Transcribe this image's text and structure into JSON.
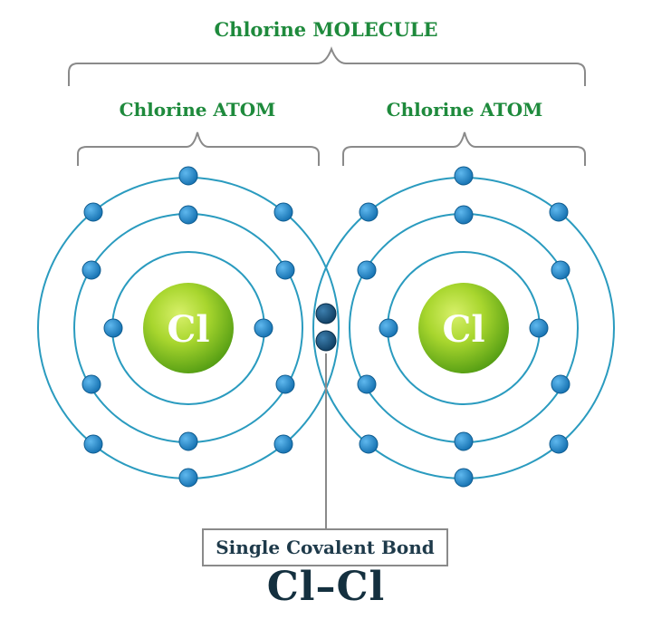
{
  "molecule_label": "Chlorine MOLECULE",
  "atoms": [
    {
      "label": "Chlorine ATOM",
      "symbol": "Cl"
    },
    {
      "label": "Chlorine ATOM",
      "symbol": "Cl"
    }
  ],
  "bond": {
    "label": "Single Covalent Bond",
    "formula": "Cl–Cl"
  },
  "colors": {
    "label_green": "#1e8a3c",
    "shell": "#2a9bbf",
    "electron": "#1a82c4",
    "shared_electron": "#15507a",
    "bracket": "#8a8a8a",
    "nucleus_light": "#b9e23a",
    "nucleus_dark": "#4f9a12"
  }
}
